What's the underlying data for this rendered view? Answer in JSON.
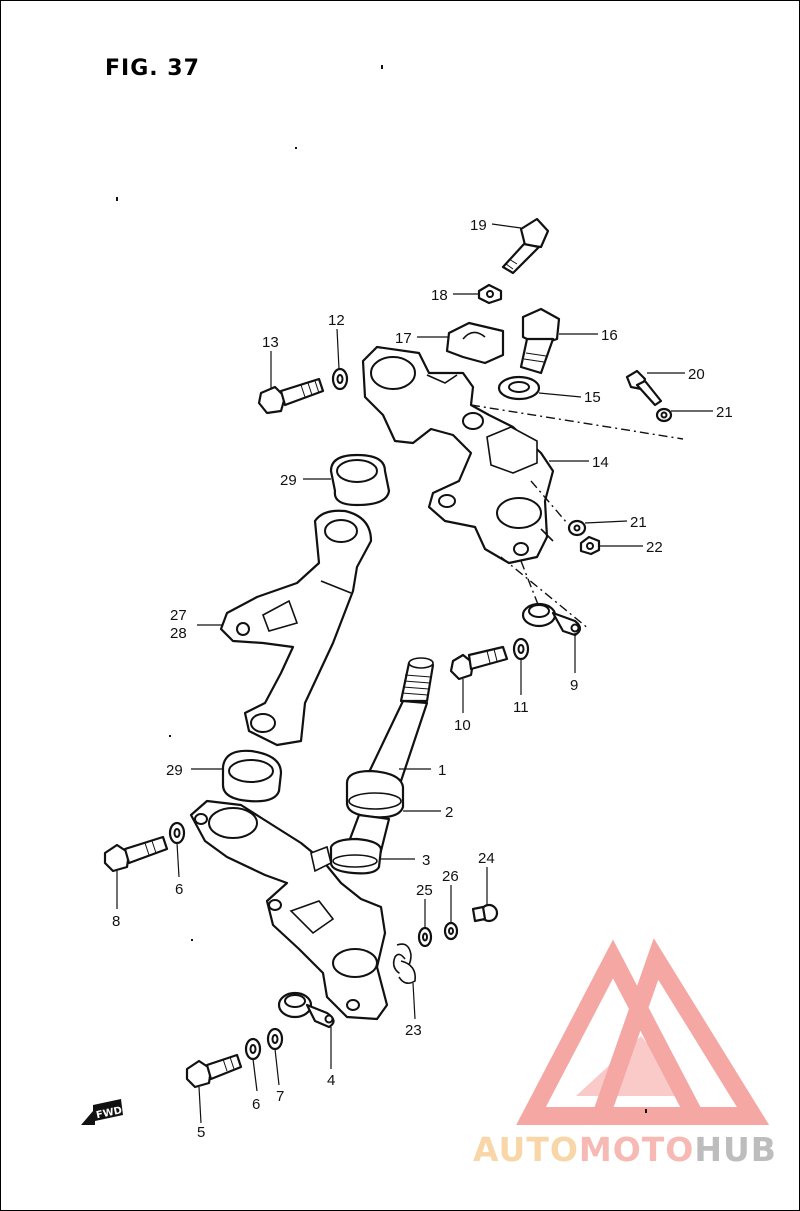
{
  "figure": {
    "title": "FIG. 37"
  },
  "callouts": [
    {
      "id": "c19",
      "label": "19"
    },
    {
      "id": "c18",
      "label": "18"
    },
    {
      "id": "c17",
      "label": "17"
    },
    {
      "id": "c16",
      "label": "16"
    },
    {
      "id": "c13",
      "label": "13"
    },
    {
      "id": "c12",
      "label": "12"
    },
    {
      "id": "c20",
      "label": "20"
    },
    {
      "id": "c21a",
      "label": "21"
    },
    {
      "id": "c15",
      "label": "15"
    },
    {
      "id": "c14",
      "label": "14"
    },
    {
      "id": "c29a",
      "label": "29"
    },
    {
      "id": "c21b",
      "label": "21"
    },
    {
      "id": "c22",
      "label": "22"
    },
    {
      "id": "c27",
      "label": "27"
    },
    {
      "id": "c28",
      "label": "28"
    },
    {
      "id": "c9",
      "label": "9"
    },
    {
      "id": "c10",
      "label": "10"
    },
    {
      "id": "c11",
      "label": "11"
    },
    {
      "id": "c1",
      "label": "1"
    },
    {
      "id": "c29b",
      "label": "29"
    },
    {
      "id": "c2",
      "label": "2"
    },
    {
      "id": "c3",
      "label": "3"
    },
    {
      "id": "c8",
      "label": "8"
    },
    {
      "id": "c6a",
      "label": "6"
    },
    {
      "id": "c24",
      "label": "24"
    },
    {
      "id": "c25",
      "label": "25"
    },
    {
      "id": "c26",
      "label": "26"
    },
    {
      "id": "c23",
      "label": "23"
    },
    {
      "id": "c4",
      "label": "4"
    },
    {
      "id": "c5",
      "label": "5"
    },
    {
      "id": "c6b",
      "label": "6"
    },
    {
      "id": "c7",
      "label": "7"
    }
  ],
  "fwd_marker": {
    "label": "FWD"
  },
  "watermark": {
    "word_a": "AUTO",
    "word_b": "MOTO",
    "word_c": "HUB",
    "color_a": "#f7c98a",
    "color_b": "#f4a29a",
    "color_c": "#a8a8a8",
    "icon": "triangle-logo-icon",
    "icon_color": "#f28a86"
  }
}
